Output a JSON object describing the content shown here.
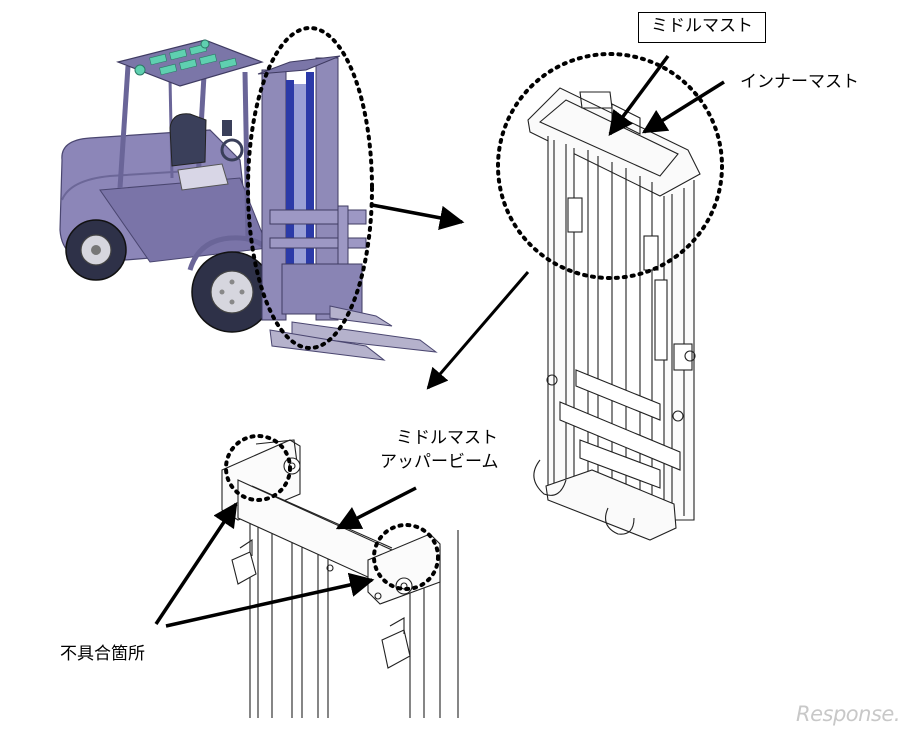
{
  "labels": {
    "middle_mast": "ミドルマスト",
    "inner_mast": "インナーマスト",
    "upper_beam_line1": "ミドルマスト",
    "upper_beam_line2": "アッパービーム",
    "defect_location": "不具合箇所"
  },
  "watermark": "Response.",
  "colors": {
    "forklift_body": "#8c86b8",
    "forklift_dark": "#3a3f5a",
    "rollcage_glass": "#5fd0b0",
    "mast_line": "#222222",
    "annotation": "#000000"
  },
  "icons": {
    "forklift": "forklift-illustration",
    "mast_assembly": "mast-assembly-illustration",
    "upper_beam_detail": "upper-beam-detail-illustration"
  }
}
